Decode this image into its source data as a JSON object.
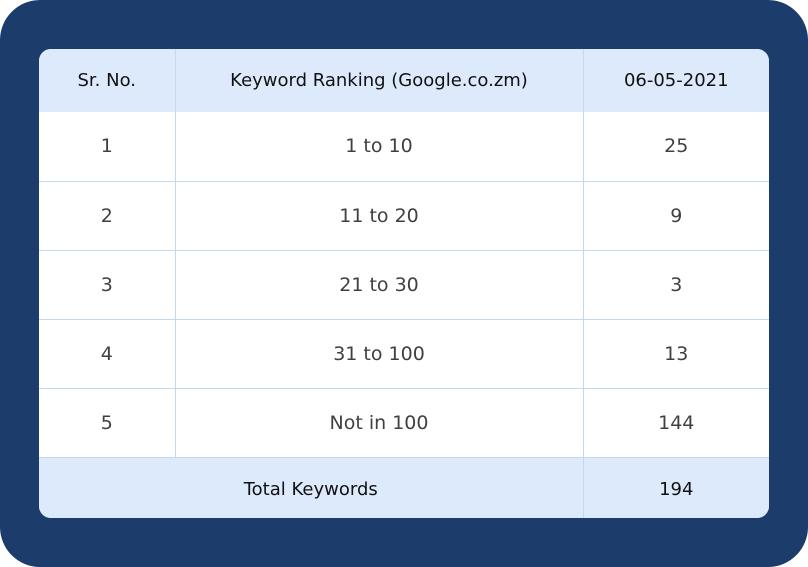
{
  "table": {
    "headers": [
      "Sr. No.",
      "Keyword Ranking (Google.co.zm)",
      "06-05-2021"
    ],
    "rows": [
      {
        "sr": "1",
        "range": "1 to 10",
        "count": "25"
      },
      {
        "sr": "2",
        "range": "11 to 20",
        "count": "9"
      },
      {
        "sr": "3",
        "range": "21 to 30",
        "count": "3"
      },
      {
        "sr": "4",
        "range": "31 to 100",
        "count": "13"
      },
      {
        "sr": "5",
        "range": "Not in 100",
        "count": "144"
      }
    ],
    "total": {
      "label": "Total Keywords",
      "value": "194"
    }
  },
  "colors": {
    "frame": "#1c3c6b",
    "header_bg": "#ddeafc",
    "grid_line": "#c3d9ee"
  }
}
